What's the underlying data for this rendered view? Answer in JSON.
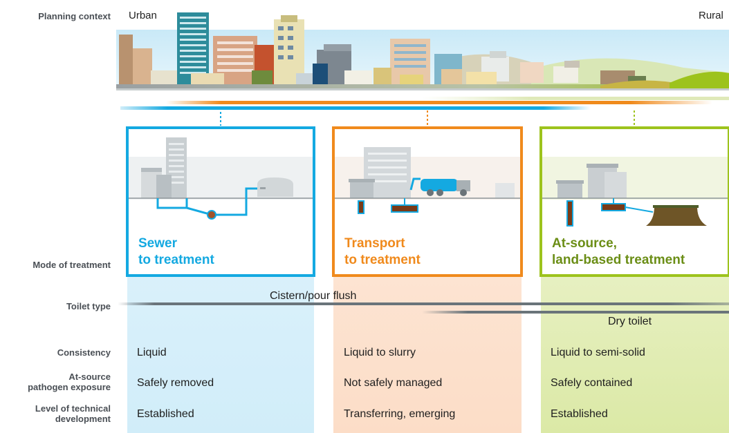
{
  "row_labels": {
    "planning_context": "Planning context",
    "mode_of_treatment": "Mode of treatment",
    "toilet_type": "Toilet type",
    "consistency": "Consistency",
    "pathogen_line1": "At-source",
    "pathogen_line2": "pathogen exposure",
    "technical_line1": "Level of technical",
    "technical_line2": "development"
  },
  "context": {
    "urban": "Urban",
    "rural": "Rural"
  },
  "toilet_types": {
    "cistern": "Cistern/pour flush",
    "dry": "Dry toilet"
  },
  "columns": [
    {
      "mode_line1": "Sewer",
      "mode_line2": "to treatment",
      "consistency": "Liquid",
      "pathogen_exposure": "Safely removed",
      "technical_development": "Established"
    },
    {
      "mode_line1": "Transport",
      "mode_line2": "to treatment",
      "consistency": "Liquid to slurry",
      "pathogen_exposure": "Not safely managed",
      "technical_development": "Transferring, emerging"
    },
    {
      "mode_line1": "At-source,",
      "mode_line2": "land-based treatment",
      "consistency": "Liquid to semi-solid",
      "pathogen_exposure": "Safely contained",
      "technical_development": "Established"
    }
  ],
  "colors": {
    "sewer_blue": "#14a9e1",
    "transport_orange": "#f08a1c",
    "atsource_green": "#9dc31d",
    "label_gray": "#4a4f55"
  }
}
